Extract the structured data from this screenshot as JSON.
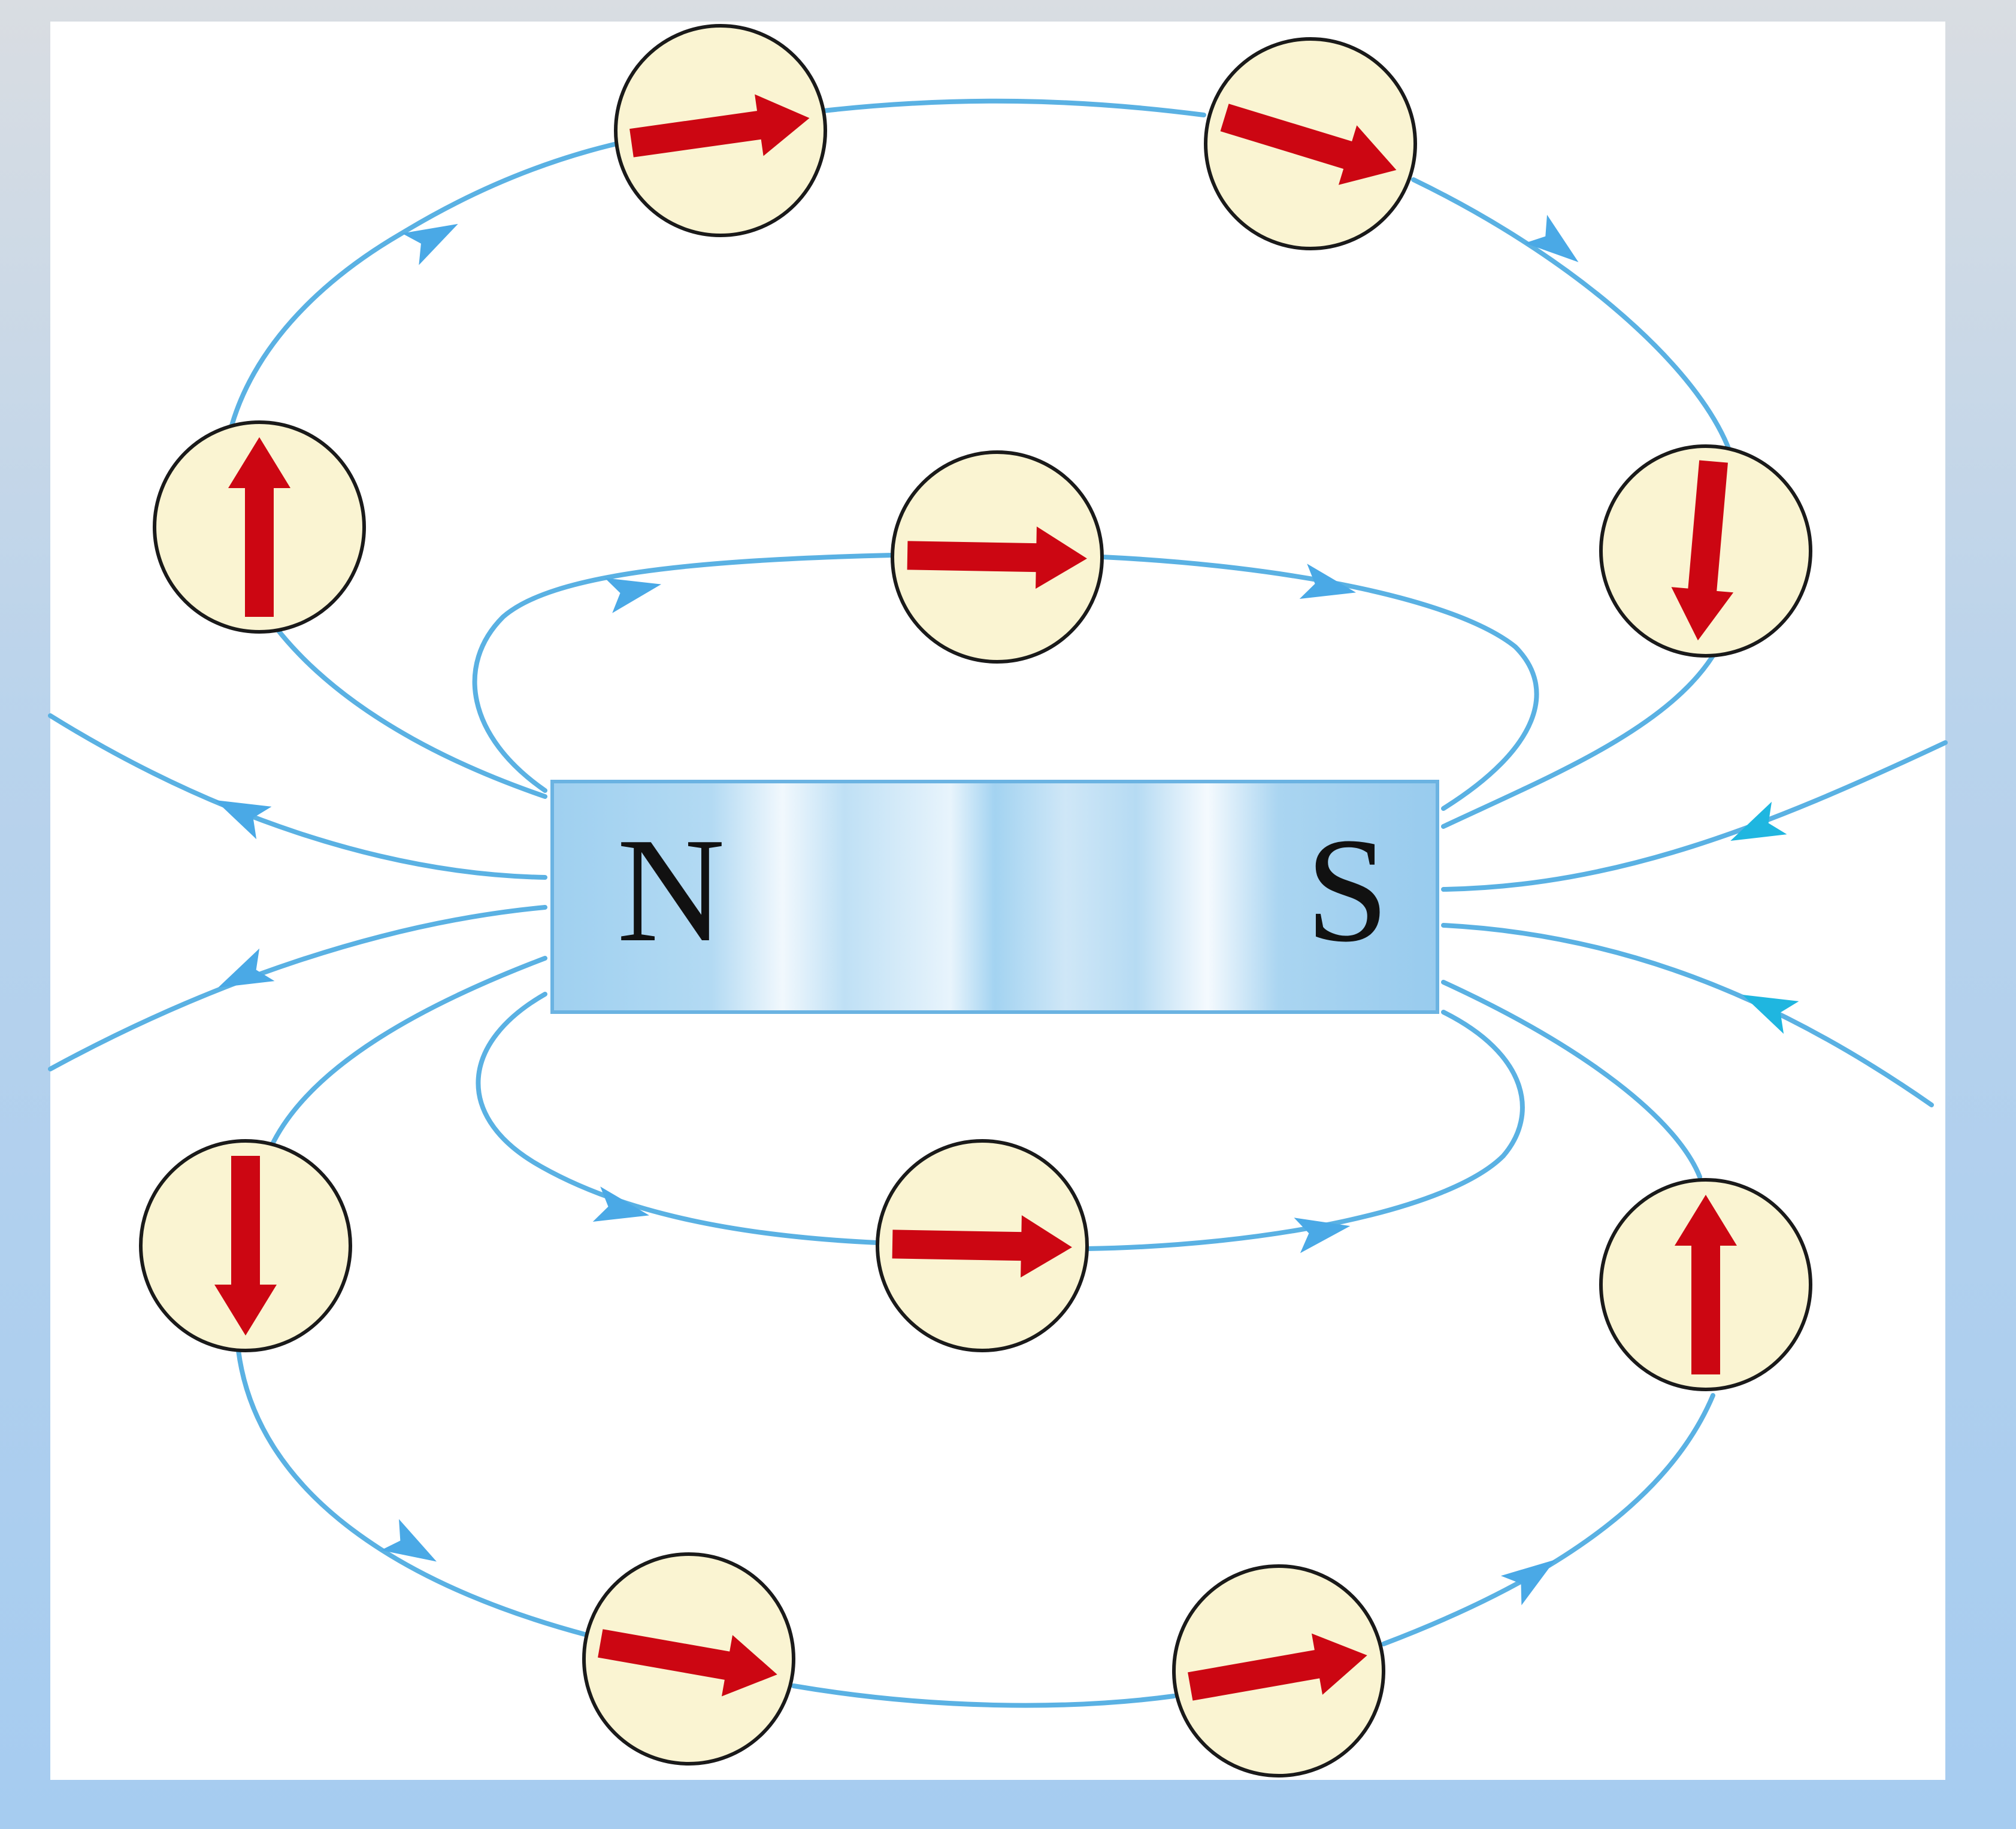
{
  "diagram": {
    "magnet": {
      "north_label": "N",
      "south_label": "S"
    },
    "colors": {
      "field_line": "#5ab1e3",
      "field_arrow_outer": "#4aa9e6",
      "field_arrow_side_right": "#1fb6e0",
      "needle": "#cc0612",
      "compass_face": "#faf4d2",
      "compass_rim": "#1a1a1a",
      "magnet_dark": "#a9d4f1",
      "magnet_light": "#f3f9fd",
      "magnet_border": "#6bb3e2",
      "panel": "#ffffff"
    },
    "compasses": [
      {
        "id": "top-left",
        "direction_deg": -8
      },
      {
        "id": "top-right",
        "direction_deg": 17
      },
      {
        "id": "upper-left",
        "direction_deg": -90
      },
      {
        "id": "upper-right",
        "direction_deg": 95
      },
      {
        "id": "inner-top",
        "direction_deg": 1
      },
      {
        "id": "inner-bottom",
        "direction_deg": 1
      },
      {
        "id": "lower-left",
        "direction_deg": 90
      },
      {
        "id": "lower-right",
        "direction_deg": -90
      },
      {
        "id": "bottom-left",
        "direction_deg": 10
      },
      {
        "id": "bottom-right",
        "direction_deg": -10
      }
    ]
  }
}
